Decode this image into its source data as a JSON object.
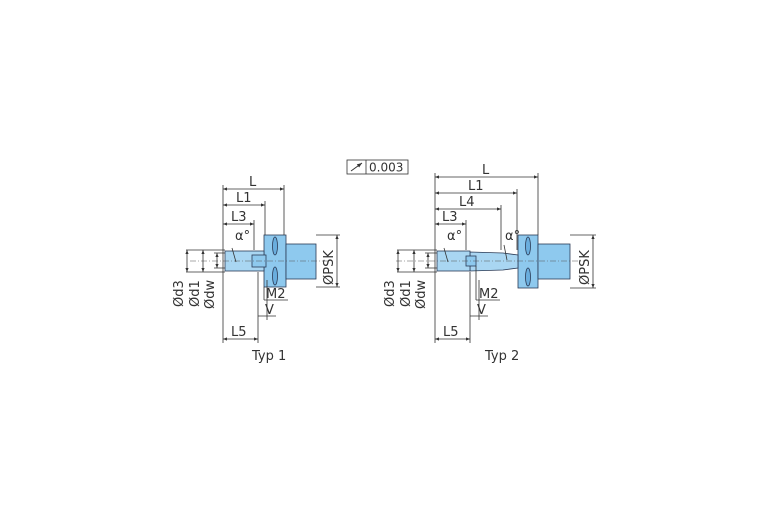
{
  "tolerance": {
    "icon": "runout-arrow-icon",
    "value": "0.003"
  },
  "colors": {
    "body_fill": "#8ec9ee",
    "outline": "#2a3a55",
    "dim": "#333333"
  },
  "typ1": {
    "caption": "Typ 1",
    "labels": {
      "L": "L",
      "L1": "L1",
      "L3": "L3",
      "alpha": "α°",
      "d3": "Ød3",
      "d1": "Ød1",
      "dw": "Ødw",
      "PSK": "ØPSK",
      "M2": "M2",
      "V": "V",
      "L5": "L5"
    }
  },
  "typ2": {
    "caption": "Typ 2",
    "labels": {
      "L": "L",
      "L1": "L1",
      "L4": "L4",
      "L3": "L3",
      "alpha": "α°",
      "alpha2": "α°",
      "d3": "Ød3",
      "d1": "Ød1",
      "dw": "Ødw",
      "PSK": "ØPSK",
      "M2": "M2",
      "V": "V",
      "L5": "L5"
    }
  }
}
